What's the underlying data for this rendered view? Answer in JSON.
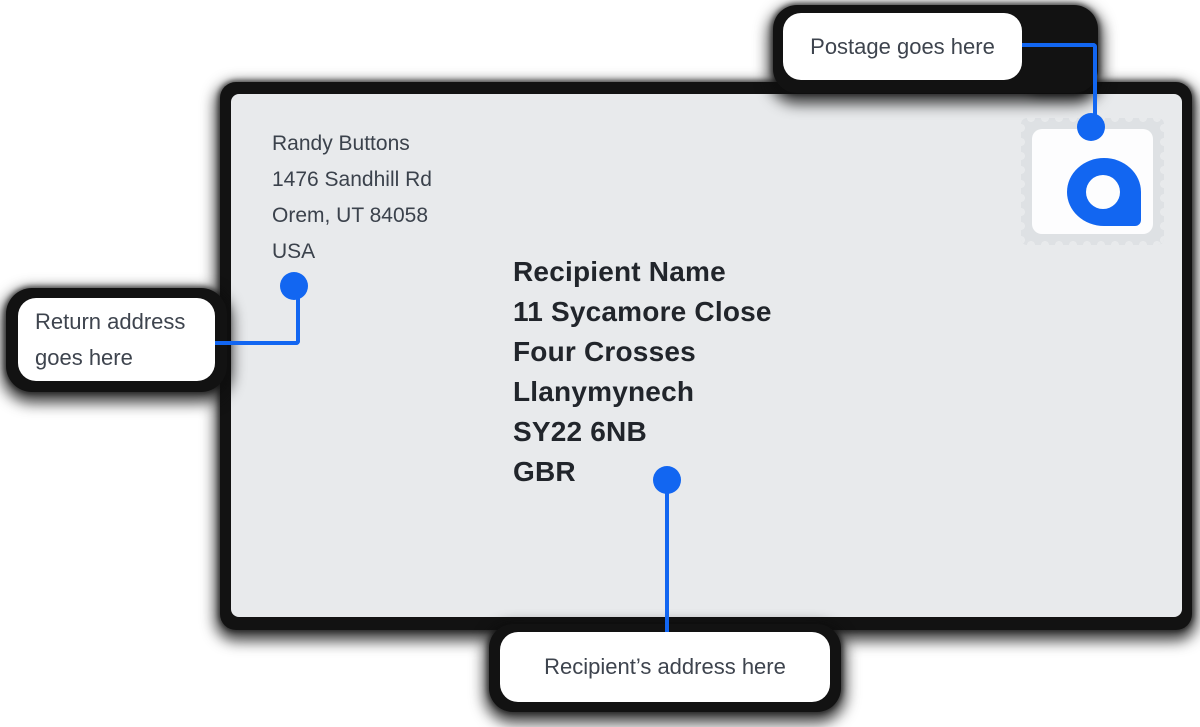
{
  "colors": {
    "accent_blue": "#1266F1",
    "envelope_gray": "#E8EAEC",
    "shadow_black": "#121212"
  },
  "envelope": {
    "return_address": {
      "lines": [
        "Randy Buttons",
        "1476 Sandhill Rd",
        "Orem, UT 84058",
        "USA"
      ]
    },
    "recipient_address": {
      "lines": [
        "Recipient Name",
        "11 Sycamore Close",
        "Four Crosses",
        "Llanymynech",
        "SY22 6NB",
        "GBR"
      ]
    },
    "stamp": {
      "icon": "brand-pin-logo-icon"
    }
  },
  "callouts": {
    "postage": {
      "label": "Postage goes here"
    },
    "return_address": {
      "label": "Return address goes here"
    },
    "recipient": {
      "label": "Recipient’s address here"
    }
  }
}
